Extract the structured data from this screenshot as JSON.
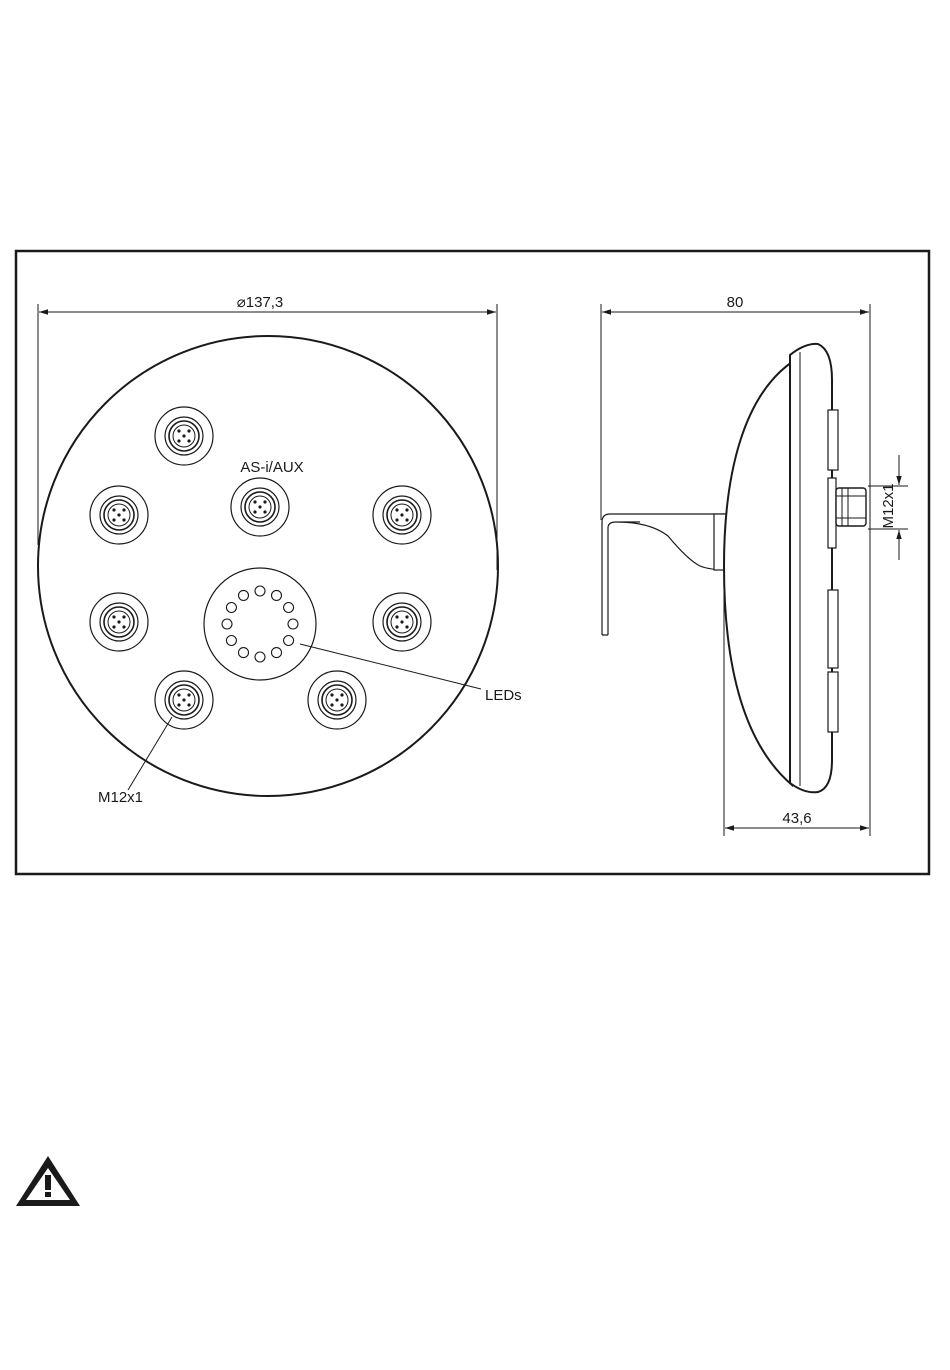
{
  "drawing": {
    "diameter_label": "⌀137,3",
    "width_label": "80",
    "depth_label": "43,6",
    "thread_side_label": "M12x1",
    "connector_label": "AS-i/AUX",
    "leds_label": "LEDs",
    "thread_label": "M12x1",
    "led_count": 12,
    "connector_count": 8
  },
  "warning": {
    "icon": "warning-triangle-icon"
  }
}
